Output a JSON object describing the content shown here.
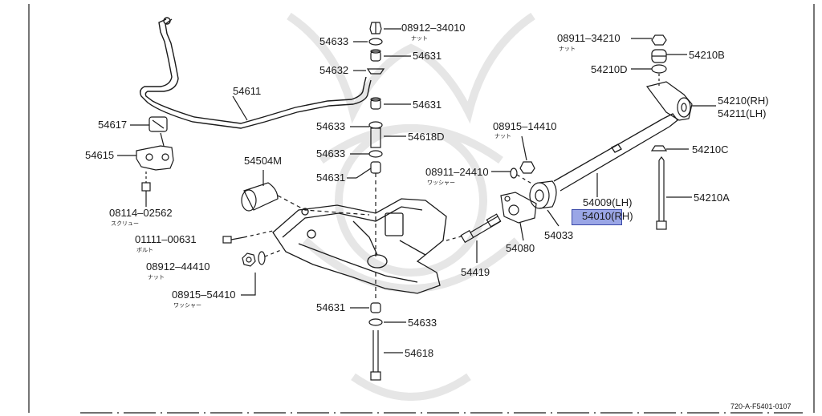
{
  "colors": {
    "line": "#1a1a1a",
    "highlight": "#9aa6e6",
    "highlight_border": "#3b4aa8",
    "watermark": "#e6e6e6"
  },
  "labels": {
    "p08912_34010": "08912–34010",
    "p08912_34010_sub": "ナット",
    "p54633_top": "54633",
    "p54631_a": "54631",
    "p54632": "54632",
    "p54611": "54611",
    "p54631_b": "54631",
    "p54633_mid": "54633",
    "p54618D": "54618D",
    "p54633_low": "54633",
    "p54631_c": "54631",
    "p54617": "54617",
    "p54615": "54615",
    "p54504M": "54504M",
    "p08114_02562": "08114–02562",
    "p08114_02562_sub": "スクリュー",
    "p01111_00631": "01111–00631",
    "p01111_00631_sub": "ボルト",
    "p08912_44410": "08912–44410",
    "p08912_44410_sub": "ナット",
    "p08915_54410": "08915–54410",
    "p08915_54410_sub": "ワッシャー",
    "p54631_d": "54631",
    "p54633_bot": "54633",
    "p54618": "54618",
    "p08915_14410": "08915–14410",
    "p08915_14410_sub": "ナット",
    "p08911_24410": "08911–24410",
    "p08911_24410_sub": "ワッシャー",
    "p54419": "54419",
    "p54080": "54080",
    "p54033": "54033",
    "p54009": "54009(LH)",
    "p54010": "54010(RH)",
    "p08911_34210": "08911–34210",
    "p08911_34210_sub": "ナット",
    "p54210B": "54210B",
    "p54210D": "54210D",
    "p54210_rh": "54210(RH)",
    "p54211_lh": "54211(LH)",
    "p54210C": "54210C",
    "p54210A": "54210A"
  },
  "footer": {
    "code": "720-A-F5401-0107"
  }
}
